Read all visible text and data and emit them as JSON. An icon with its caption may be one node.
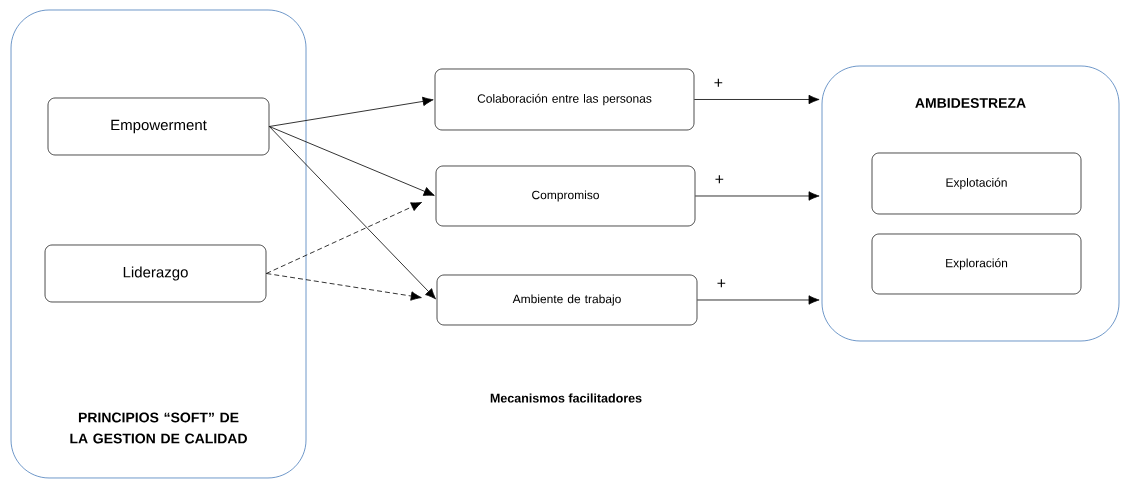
{
  "diagram": {
    "nodes": [
      {
        "text": [
          "PRINCIPIOS “SOFT” DE LA GESTION DE CALIDAD"
        ]
      },
      {
        "text": [
          "Empowerment"
        ],
        "in": 0
      },
      {
        "text": [
          "Liderazgo"
        ],
        "in": 0
      },
      {
        "text": [
          "Colaboración entre las personas"
        ]
      },
      {
        "text": [
          "Compromiso"
        ]
      },
      {
        "text": [
          "Ambiente de trabajo"
        ]
      },
      {
        "text": [
          "AMBIDESTREZA"
        ]
      },
      {
        "text": [
          "Explotación"
        ],
        "in": 6
      },
      {
        "text": [
          "Exploración"
        ],
        "in": 6
      }
    ],
    "edges": [
      {
        "from": 1,
        "to": 3,
        "arrow": "to"
      },
      {
        "from": 1,
        "to": 4,
        "arrow": "to"
      },
      {
        "from": 1,
        "to": 5,
        "arrow": "to"
      },
      {
        "from": 2,
        "to": 4,
        "arrow": "to",
        "style": "dashed"
      },
      {
        "from": 2,
        "to": 5,
        "arrow": "to",
        "style": "dashed"
      },
      {
        "from": 3,
        "to": 6,
        "arrow": "to",
        "label": "+"
      },
      {
        "from": 4,
        "to": 6,
        "arrow": "to",
        "label": "+"
      },
      {
        "from": 5,
        "to": 6,
        "arrow": "to",
        "label": "+"
      }
    ],
    "labels": [
      "Mecanismos facilitadores"
    ]
  }
}
